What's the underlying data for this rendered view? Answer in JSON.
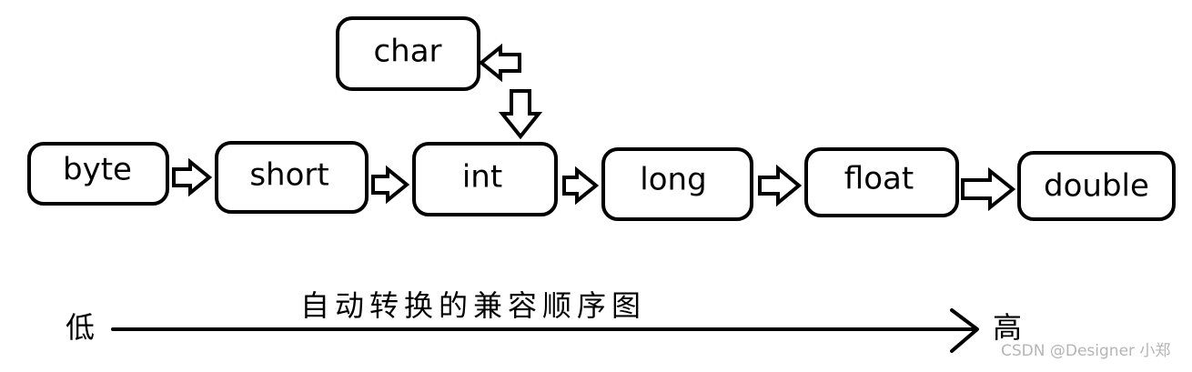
{
  "nodes": {
    "char": "char",
    "byte": "byte",
    "short": "short",
    "int": "int",
    "long": "long",
    "float": "float",
    "double": "double"
  },
  "caption": {
    "title": "自动转换的兼容顺序图",
    "low": "低",
    "high": "高"
  },
  "watermark": "CSDN @Designer 小郑",
  "flow": [
    "byte",
    "short",
    "int",
    "long",
    "float",
    "double"
  ],
  "side_branch": [
    "char",
    "int"
  ]
}
